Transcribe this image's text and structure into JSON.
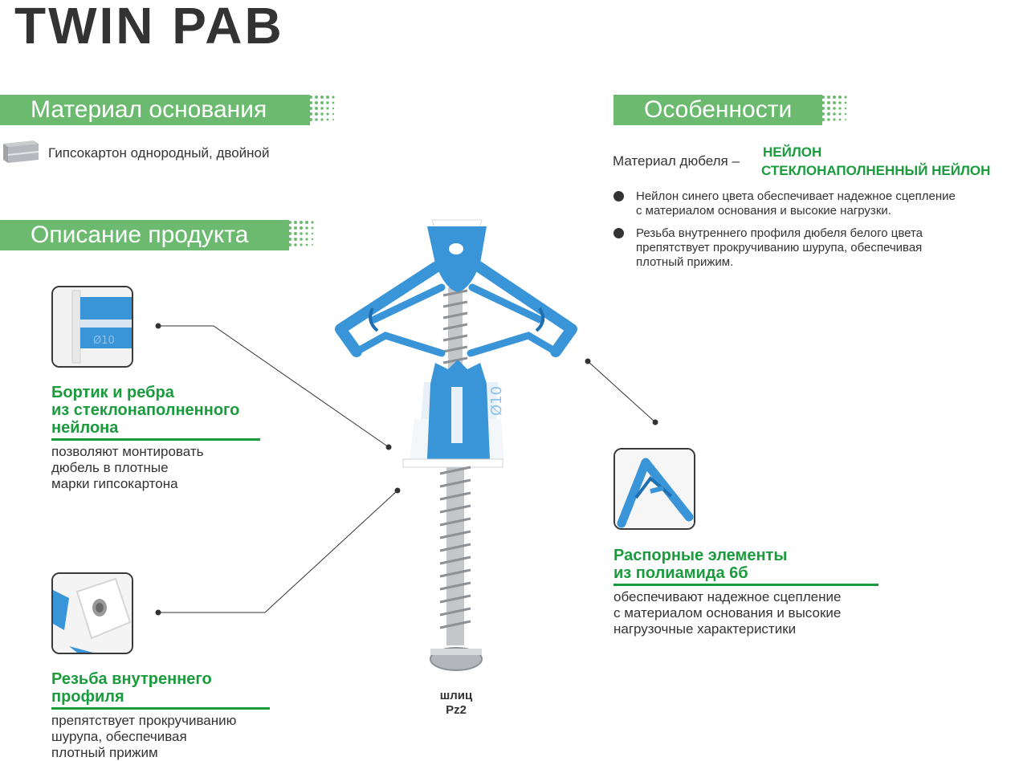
{
  "title": "TWIN PAB",
  "base_material": {
    "heading": "Материал основания",
    "item": "Гипсокартон однородный, двойной"
  },
  "product": {
    "heading": "Описание продукта"
  },
  "features": {
    "heading": "Особенности",
    "material_label": "Материал дюбеля –",
    "material_values": [
      "НЕЙЛОН",
      "СТЕКЛОНАПОЛНЕННЫЙ НЕЙЛОН"
    ],
    "bullets": [
      [
        "Нейлон синего цвета обеспечивает надежное сцепление",
        "с материалом основания и высокие нагрузки."
      ],
      [
        "Резьба внутреннего профиля дюбеля белого цвета",
        "препятствует прокручиванию шурупа, обеспечивая",
        "плотный прижим."
      ]
    ]
  },
  "callouts": {
    "rim": {
      "title": [
        "Бортик и ребра",
        "из стеклонаполненного",
        "нейлона"
      ],
      "text": [
        "позволяют монтировать",
        "дюбель в плотные",
        "марки гипсокартона"
      ]
    },
    "thread": {
      "title": [
        "Резьба внутреннего",
        "профиля"
      ],
      "text": [
        "препятствует прокручиванию",
        "шурупа, обеспечивая",
        "плотный прижим"
      ]
    },
    "spacer": {
      "title": [
        "Распорные элементы",
        "из полиамида 6б"
      ],
      "text": [
        "обеспечивают надежное сцепление",
        "с материалом основания и высокие",
        "нагрузочные характеристики"
      ]
    }
  },
  "slot": {
    "label": "шлиц",
    "value": "Pz2"
  },
  "product_marking": "Ø10",
  "colors": {
    "band_green": "#6cba70",
    "accent_green": "#1a9b3d",
    "dowel_blue": "#3a95d8"
  }
}
